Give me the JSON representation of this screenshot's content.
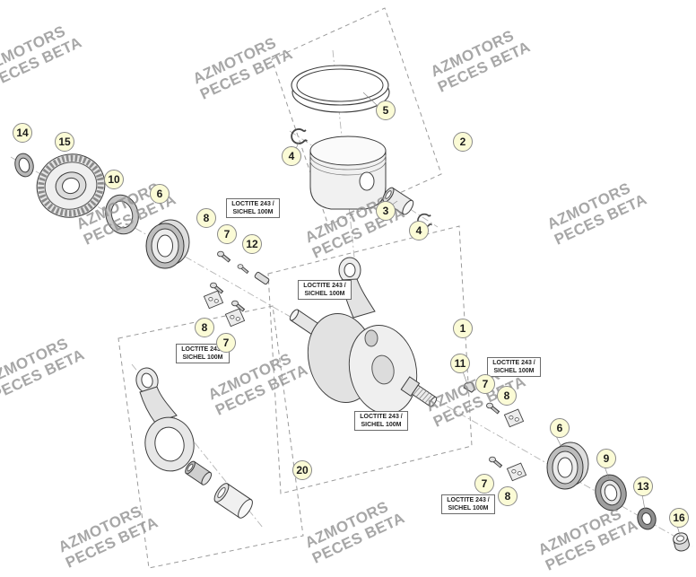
{
  "watermark": {
    "line1": "AZMOTORS",
    "line2": "PECES BETA"
  },
  "adhesive_note": {
    "line1": "LOCTITE 243 /",
    "line2": "SICHEL 100M"
  },
  "callouts": [
    {
      "label": "14"
    },
    {
      "label": "15"
    },
    {
      "label": "10"
    },
    {
      "label": "6"
    },
    {
      "label": "8"
    },
    {
      "label": "7"
    },
    {
      "label": "12"
    },
    {
      "label": "4"
    },
    {
      "label": "5"
    },
    {
      "label": "2"
    },
    {
      "label": "3"
    },
    {
      "label": "4"
    },
    {
      "label": "8"
    },
    {
      "label": "7"
    },
    {
      "label": "1"
    },
    {
      "label": "11"
    },
    {
      "label": "7"
    },
    {
      "label": "8"
    },
    {
      "label": "6"
    },
    {
      "label": "9"
    },
    {
      "label": "13"
    },
    {
      "label": "16"
    },
    {
      "label": "20"
    },
    {
      "label": "7"
    },
    {
      "label": "8"
    }
  ]
}
